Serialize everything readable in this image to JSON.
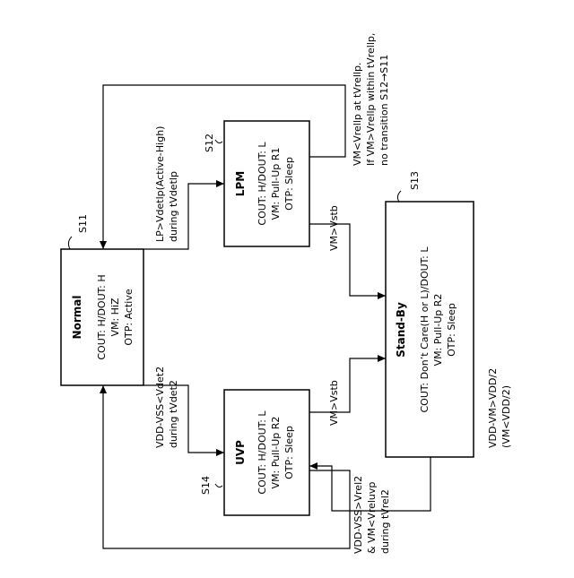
{
  "states": {
    "normal": {
      "ref": "S11",
      "title": "Normal",
      "lines": [
        "COUT: H/DOUT: H",
        "VM: HiZ",
        "OTP: Active"
      ]
    },
    "lpm": {
      "ref": "S12",
      "title": "LPM",
      "lines": [
        "COUT: H/DOUT: L",
        "VM: Pull-Up R1",
        "OTP: Sleep"
      ]
    },
    "uvp": {
      "ref": "S14",
      "title": "UVP",
      "lines": [
        "COUT: H/DOUT: L",
        "VM: Pull-Up R2",
        "OTP: Sleep"
      ]
    },
    "standby": {
      "ref": "S13",
      "title": "Stand-By",
      "lines": [
        "COUT: Don’t Care(H or L)/DOUT: L",
        "VM: Pull-Up R2",
        "OTP: Sleep"
      ]
    }
  },
  "transitions": {
    "normal_to_lpm": [
      "LP>Vdetlp(Active-High)",
      "during tVdetlp"
    ],
    "normal_to_uvp": [
      "VDD-VSS<Vdet2",
      "during tVdet2"
    ],
    "lpm_to_normal": [
      "VM<Vrellp at tVrellp.",
      "If VM>Vrellp within tVrellp,",
      "no transition S12→S11"
    ],
    "lpm_to_standby": [
      "VM>Vstb"
    ],
    "uvp_to_standby": [
      "VM>Vstb"
    ],
    "standby_to_uvp": [
      "VDD-VM>VDD/2",
      "(VM<VDD/2)"
    ],
    "uvp_to_normal": [
      "VDD-VSS>Vrel2",
      "& VM<Vreluvp",
      "during tVrel2"
    ]
  }
}
